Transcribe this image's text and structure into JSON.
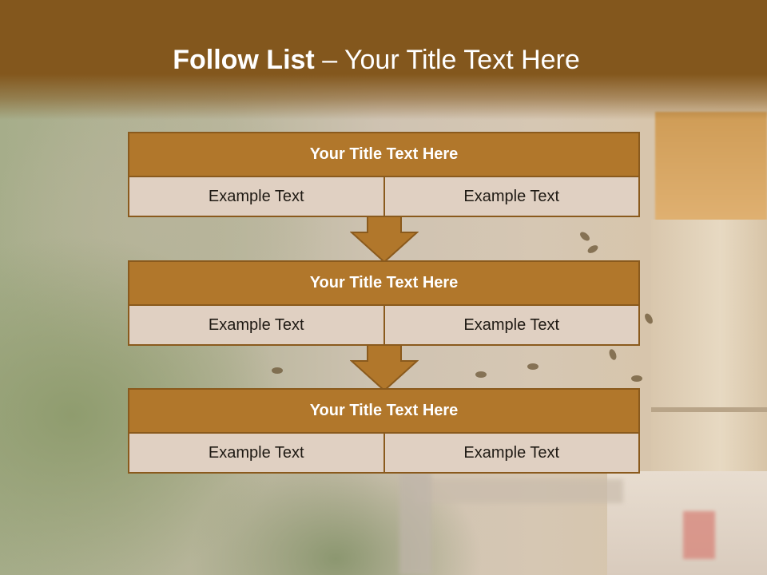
{
  "slide": {
    "title_bold": "Follow List",
    "title_rest": " – Your Title Text Here"
  },
  "blocks": [
    {
      "title": "Your Title Text Here",
      "left": "Example Text",
      "right": "Example Text"
    },
    {
      "title": "Your Title Text Here",
      "left": "Example Text",
      "right": "Example Text"
    },
    {
      "title": "Your Title Text Here",
      "left": "Example Text",
      "right": "Example Text"
    }
  ],
  "colors": {
    "title_band": "#83571d",
    "block_header": "#b1772b",
    "block_border": "#8a5a1d",
    "cell_fill": "#e0d0c2",
    "arrow_fill": "#b1772b"
  }
}
